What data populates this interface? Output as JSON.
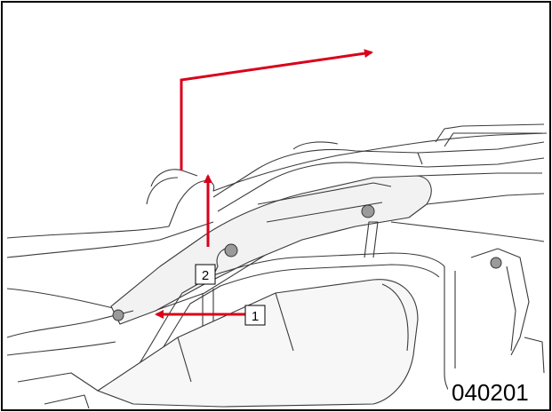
{
  "figure_number": "040201",
  "callouts": [
    {
      "label": "1"
    },
    {
      "label": "2"
    }
  ],
  "arrow_color": "#d9001b",
  "line_color": "#404040",
  "border_color": "#000000"
}
